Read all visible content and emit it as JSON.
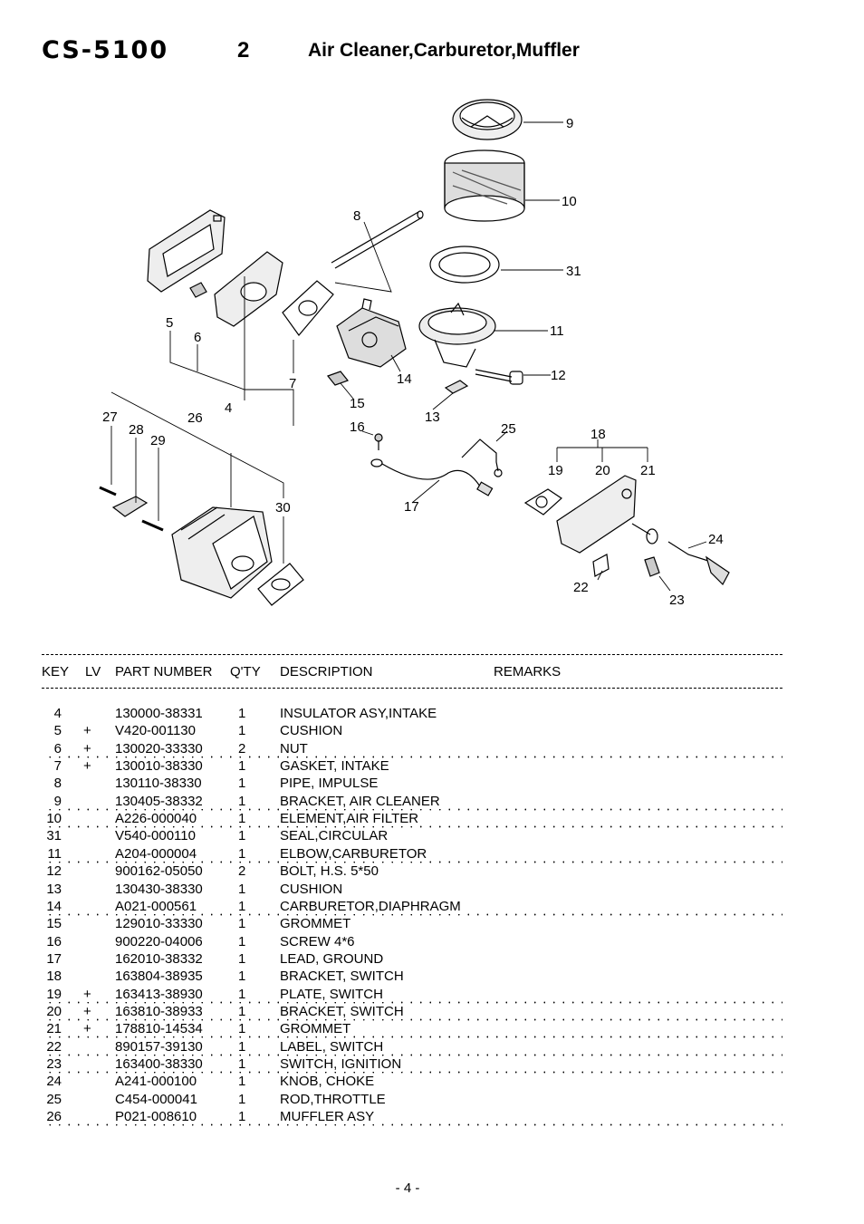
{
  "header": {
    "model": "CS-5100",
    "section_number": "2",
    "section_title": "Air Cleaner,Carburetor,Muffler"
  },
  "callouts": [
    "4",
    "5",
    "6",
    "7",
    "8",
    "9",
    "10",
    "11",
    "12",
    "13",
    "14",
    "15",
    "16",
    "17",
    "18",
    "19",
    "20",
    "21",
    "22",
    "23",
    "24",
    "25",
    "26",
    "27",
    "28",
    "29",
    "30",
    "31"
  ],
  "table": {
    "columns": [
      "KEY",
      "LV",
      "PART NUMBER",
      "Q'TY",
      "DESCRIPTION",
      "REMARKS"
    ],
    "rows": [
      {
        "key": "4",
        "lv": "",
        "pn": "130000-38331",
        "qty": "1",
        "desc": "INSULATOR ASY,INTAKE"
      },
      {
        "key": "5",
        "lv": "+",
        "pn": "V420-001130",
        "qty": "1",
        "desc": "CUSHION"
      },
      {
        "key": "6",
        "lv": "+",
        "pn": "130020-33330",
        "qty": "2",
        "desc": "NUT"
      },
      {
        "key": "7",
        "lv": "+",
        "pn": "130010-38330",
        "qty": "1",
        "desc": "GASKET, INTAKE"
      },
      {
        "key": "8",
        "lv": "",
        "pn": "130110-38330",
        "qty": "1",
        "desc": "PIPE, IMPULSE"
      },
      {
        "key": "9",
        "lv": "",
        "pn": "130405-38332",
        "qty": "1",
        "desc": "BRACKET, AIR CLEANER"
      },
      {
        "key": "10",
        "lv": "",
        "pn": "A226-000040",
        "qty": "1",
        "desc": "ELEMENT,AIR FILTER"
      },
      {
        "key": "31",
        "lv": "",
        "pn": "V540-000110",
        "qty": "1",
        "desc": "SEAL,CIRCULAR"
      },
      {
        "key": "11",
        "lv": "",
        "pn": "A204-000004",
        "qty": "1",
        "desc": "ELBOW,CARBURETOR"
      },
      {
        "key": "12",
        "lv": "",
        "pn": "900162-05050",
        "qty": "2",
        "desc": "BOLT, H.S.  5*50"
      },
      {
        "key": "13",
        "lv": "",
        "pn": "130430-38330",
        "qty": "1",
        "desc": "CUSHION"
      },
      {
        "key": "14",
        "lv": "",
        "pn": "A021-000561",
        "qty": "1",
        "desc": "CARBURETOR,DIAPHRAGM"
      },
      {
        "key": "15",
        "lv": "",
        "pn": "129010-33330",
        "qty": "1",
        "desc": "GROMMET"
      },
      {
        "key": "16",
        "lv": "",
        "pn": "900220-04006",
        "qty": "1",
        "desc": "SCREW  4*6"
      },
      {
        "key": "17",
        "lv": "",
        "pn": "162010-38332",
        "qty": "1",
        "desc": "LEAD, GROUND"
      },
      {
        "key": "18",
        "lv": "",
        "pn": "163804-38935",
        "qty": "1",
        "desc": "BRACKET, SWITCH"
      },
      {
        "key": "19",
        "lv": "+",
        "pn": "163413-38930",
        "qty": "1",
        "desc": "PLATE, SWITCH"
      },
      {
        "key": "20",
        "lv": "+",
        "pn": "163810-38933",
        "qty": "1",
        "desc": "BRACKET, SWITCH"
      },
      {
        "key": "21",
        "lv": "+",
        "pn": "178810-14534",
        "qty": "1",
        "desc": "GROMMET"
      },
      {
        "key": "22",
        "lv": "",
        "pn": "890157-39130",
        "qty": "1",
        "desc": "LABEL, SWITCH"
      },
      {
        "key": "23",
        "lv": "",
        "pn": "163400-38330",
        "qty": "1",
        "desc": "SWITCH, IGNITION"
      },
      {
        "key": "24",
        "lv": "",
        "pn": "A241-000100",
        "qty": "1",
        "desc": "KNOB, CHOKE"
      },
      {
        "key": "25",
        "lv": "",
        "pn": "C454-000041",
        "qty": "1",
        "desc": "ROD,THROTTLE"
      },
      {
        "key": "26",
        "lv": "",
        "pn": "P021-008610",
        "qty": "1",
        "desc": "MUFFLER ASY"
      }
    ]
  },
  "footer": {
    "page": "- 4 -"
  }
}
